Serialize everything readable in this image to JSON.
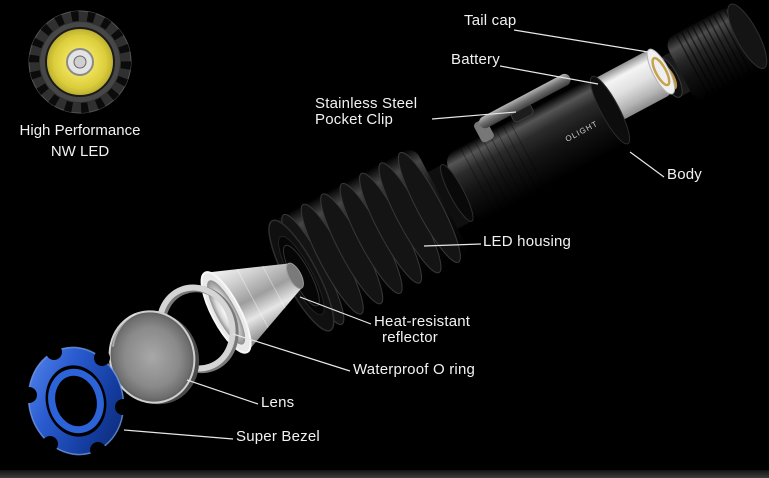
{
  "diagram": {
    "led_badge": {
      "line1": "High Performance",
      "line2": "NW LED"
    },
    "parts": {
      "tail_cap": "Tail cap",
      "battery": "Battery",
      "pocket_clip_line1": "Stainless Steel",
      "pocket_clip_line2": "Pocket Clip",
      "body": "Body",
      "led_housing": "LED housing",
      "reflector_line1": "Heat-resistant",
      "reflector_line2": "reflector",
      "o_ring": "Waterproof O ring",
      "lens": "Lens",
      "super_bezel": "Super Bezel",
      "brand": "OLIGHT"
    },
    "colors": {
      "background": "#000000",
      "label_text": "#f2f2f2",
      "callout_line": "#e8e8e8",
      "bezel_blue": "#1f55c4",
      "led_yellow": "#e9e44d",
      "gold_contact": "#b9933f"
    }
  }
}
